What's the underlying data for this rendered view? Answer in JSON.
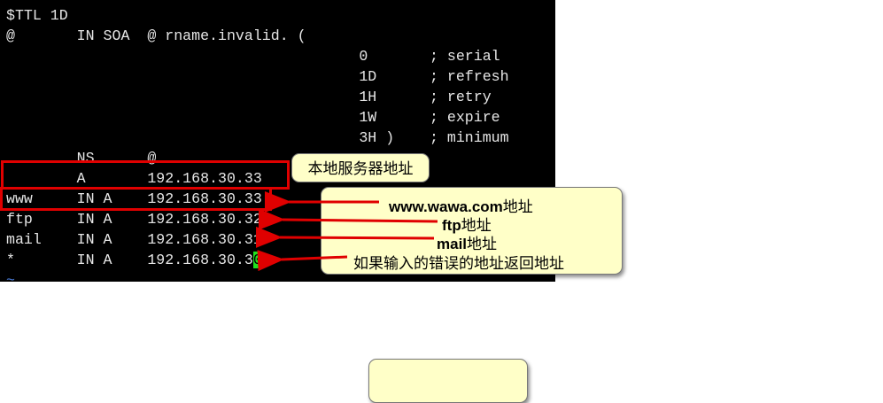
{
  "terminal": {
    "lines": [
      "$TTL 1D",
      "@       IN SOA  @ rname.invalid. (",
      "                                        0       ; serial",
      "                                        1D      ; refresh",
      "                                        1H      ; retry",
      "                                        1W      ; expire",
      "                                        3H )    ; minimum",
      "        NS      @",
      "        A       192.168.30.33",
      "www     IN A    192.168.30.33",
      "ftp     IN A    192.168.30.32",
      "mail    IN A    192.168.30.31",
      "*       IN A    192.168.30.3"
    ],
    "cursor_char": "0",
    "tilde": "~"
  },
  "callouts": {
    "local_server": "本地服务器地址",
    "www_bold": "www.wawa.com",
    "addr": "地址",
    "ftp_bold": "ftp",
    "mail_bold": "mail",
    "wildcard": "如果输入的错误的地址返回地址"
  },
  "colors": {
    "annotation": "#e00000",
    "callout_bg": "#ffffc8",
    "cursor": "#1ee21e"
  }
}
